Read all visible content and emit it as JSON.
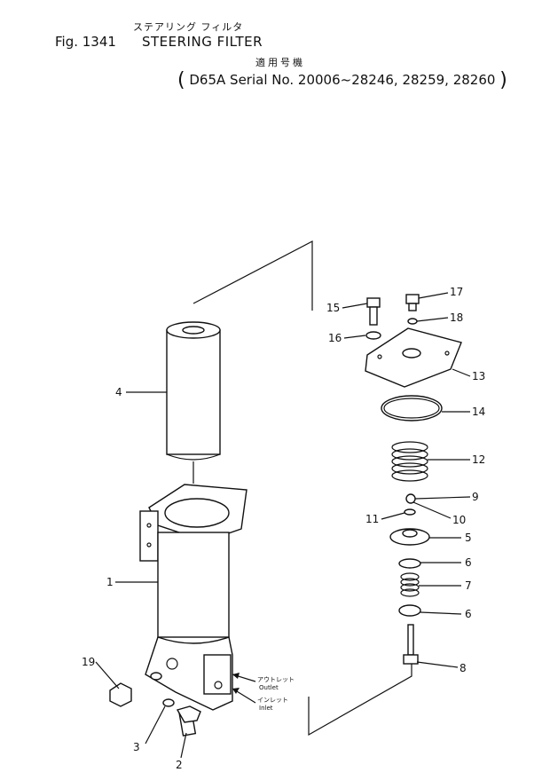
{
  "header": {
    "jp_title": "ステアリング フィルタ",
    "fig_number": "Fig. 1341",
    "en_title": "STEERING FILTER",
    "jp_serial_label": "適用号機",
    "serial_text": "D65A Serial No. 20006~28246, 28259, 28260"
  },
  "callouts": {
    "p1": "1",
    "p2": "2",
    "p3": "3",
    "p4": "4",
    "p5": "5",
    "p6a": "6",
    "p6b": "6",
    "p7": "7",
    "p8": "8",
    "p9": "9",
    "p10": "10",
    "p11": "11",
    "p12": "12",
    "p13": "13",
    "p14": "14",
    "p15": "15",
    "p16": "16",
    "p17": "17",
    "p18": "18",
    "p19": "19"
  },
  "ports": {
    "outlet_jp": "アウトレット",
    "outlet_en": "Outlet",
    "inlet_jp": "インレット",
    "inlet_en": "Inlet"
  }
}
